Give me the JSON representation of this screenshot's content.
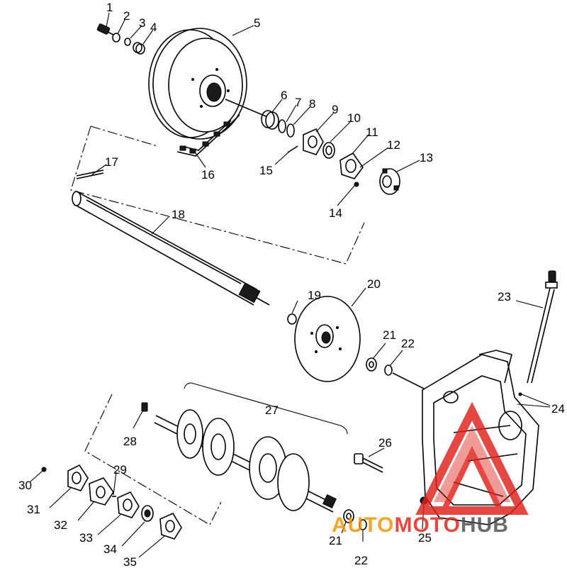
{
  "diagram": {
    "callouts": [
      "1",
      "2",
      "3",
      "4",
      "5",
      "6",
      "7",
      "8",
      "9",
      "10",
      "11",
      "12",
      "13",
      "14",
      "15",
      "16",
      "17",
      "18",
      "19",
      "20",
      "21",
      "22",
      "23",
      "24",
      "25",
      "26",
      "27",
      "28",
      "29",
      "30",
      "31",
      "32",
      "33",
      "34",
      "35",
      "21",
      "22"
    ]
  },
  "watermark": {
    "word_a": "AUTO",
    "word_b": "MOTO",
    "word_c": "HUB",
    "colors": {
      "red": "#e0201b",
      "orange": "#f39200",
      "grey": "#4d4d4d"
    }
  }
}
